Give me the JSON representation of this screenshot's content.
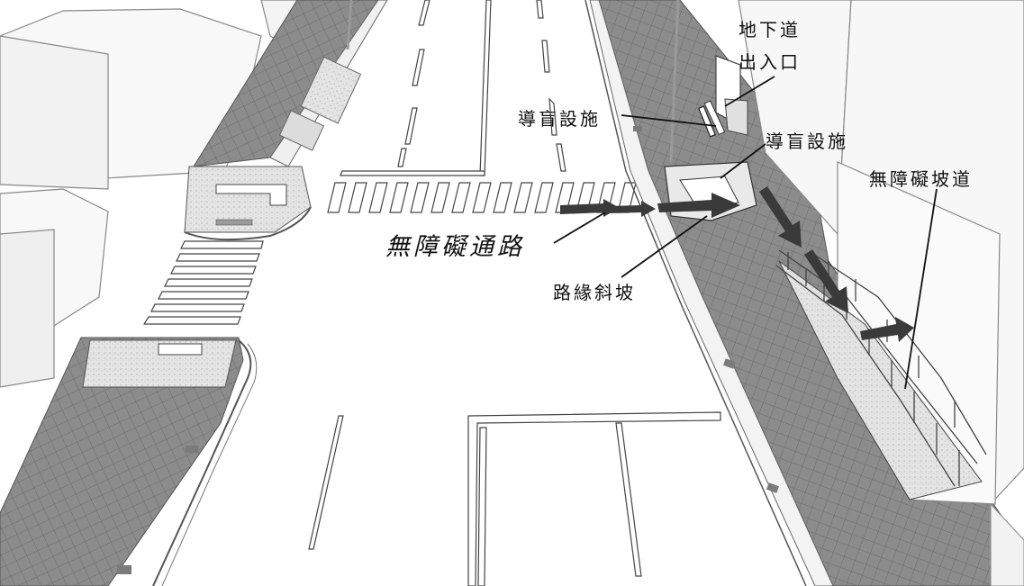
{
  "labels": {
    "underpass_line1": "地下道",
    "underpass_line2": "出入口",
    "tactile_left": "導盲設施",
    "tactile_right": "導盲設施",
    "accessible_route": "無障礙通路",
    "curb_ramp": "路緣斜坡",
    "accessible_ramp": "無障礙坡道"
  },
  "colors": {
    "paving": "#8f8f8f",
    "paving_grid": "#6e6e6e",
    "arrow": "#3a3a3a",
    "line": "#222222",
    "building": "#f7f7f7"
  }
}
